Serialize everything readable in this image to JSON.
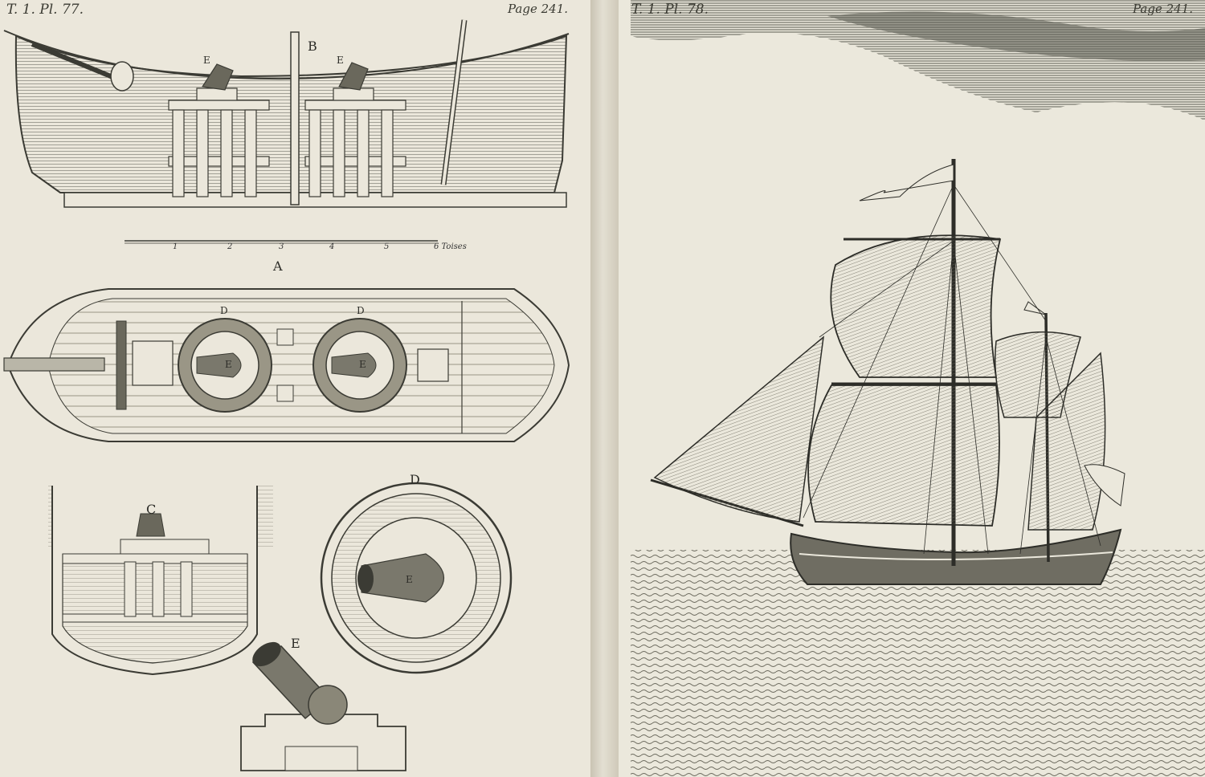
{
  "left_plate": {
    "number": "T. 1. Pl. 77.",
    "page": "Page 241.",
    "labels": {
      "section_B": "B",
      "mortar_E_1": "E",
      "mortar_E_2": "E",
      "plan_A": "A",
      "well_D_1": "D",
      "well_D_2": "D",
      "section_C": "C",
      "well_D_detail": "D",
      "mortar_E_detail": "E",
      "mortar_E_in_plan_1": "E",
      "mortar_E_in_plan_2": "E",
      "mortar_E_in_well": "E"
    },
    "scale": {
      "ticks": [
        "1",
        "2",
        "3",
        "4",
        "5"
      ],
      "end_label": "6 Toises"
    }
  },
  "right_plate": {
    "number": "T. 1. Pl. 78.",
    "page": "Page 241."
  },
  "colors": {
    "paper": "#ebe7db",
    "ink": "#3b3b34",
    "shade": "#8a8778"
  }
}
